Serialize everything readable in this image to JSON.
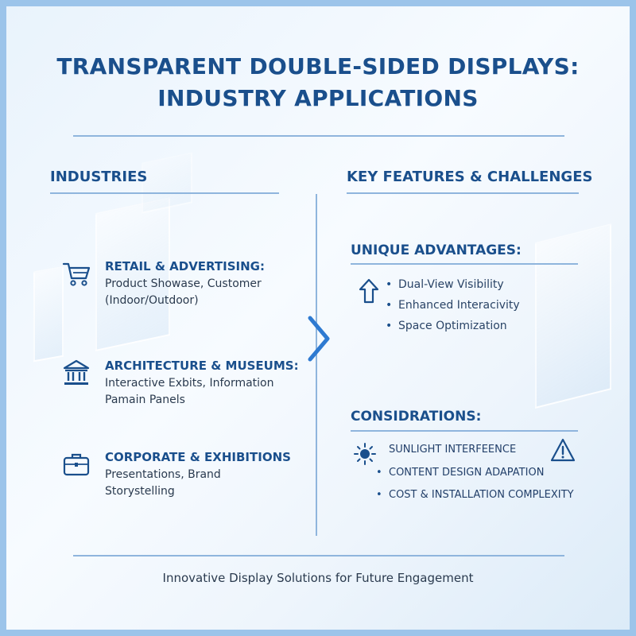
{
  "title": {
    "line1": "TRANSPARENT DOUBLE-SIDED DISPLAYS:",
    "line2": "INDUSTRY APPLICATIONS"
  },
  "left": {
    "heading": "INDUSTRIES",
    "industries": [
      {
        "icon": "shopping-cart-icon",
        "name": "RETAIL & ADVERTISING:",
        "desc_line1": "Product Showase, Customer",
        "desc_line2": "(Indoor/Outdoor)"
      },
      {
        "icon": "museum-icon",
        "name": "ARCHITECTURE & MUSEUMS:",
        "desc_line1": "Interactive Exbits, Information",
        "desc_line2": "Pamain Panels"
      },
      {
        "icon": "briefcase-icon",
        "name": "CORPORATE & EXHIBITIONS",
        "desc_line1": "Presentations, Brand",
        "desc_line2": "Storystelling"
      }
    ]
  },
  "right": {
    "heading": "KEY FEATURES & CHALLENGES",
    "advantages": {
      "heading": "UNIQUE ADVANTAGES:",
      "items": [
        "Dual-View Visibility",
        "Enhanced Interacivity",
        "Space Optimization"
      ]
    },
    "considerations": {
      "heading": "CONSIDRATIONS:",
      "items": [
        "SUNLIGHT INTERFEENCE",
        "CONTENT DESIGN ADAPATION",
        "COST & INSTALLATION COMPLEXITY"
      ]
    }
  },
  "footer": "Innovative Display Solutions for Future Engagement",
  "colors": {
    "accent": "#1a4f8c",
    "line": "#8fb5dd",
    "border": "#9cc4ea"
  }
}
